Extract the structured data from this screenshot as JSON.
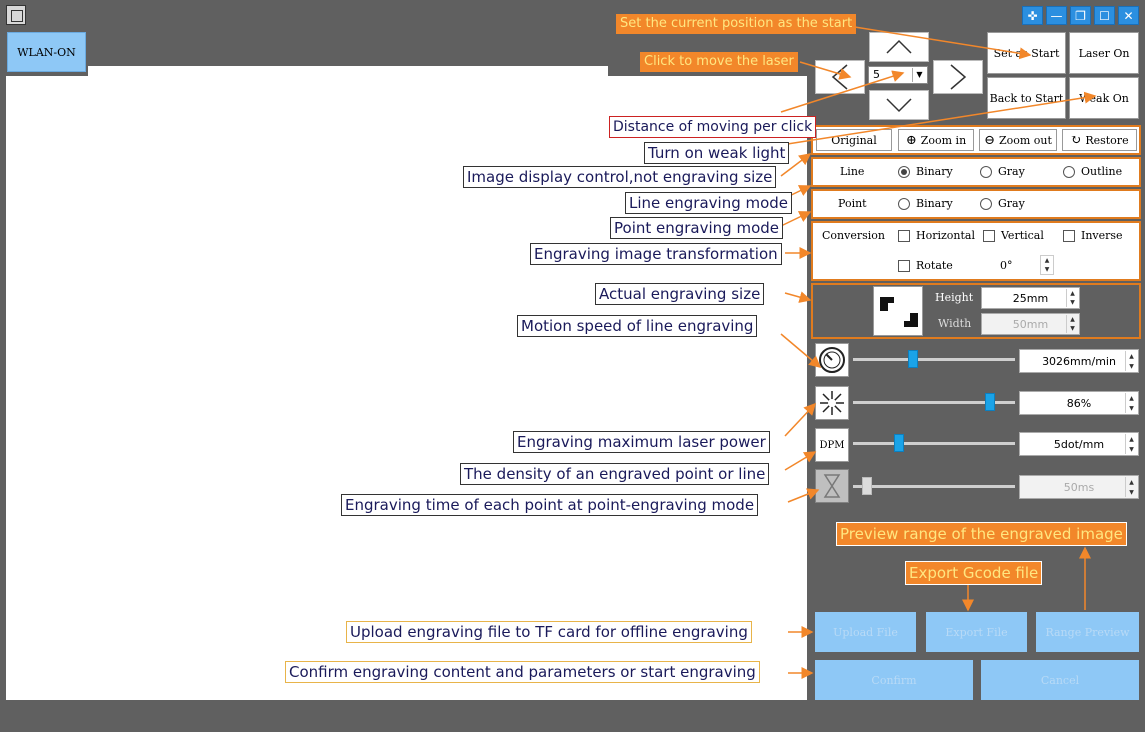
{
  "toolbar": {
    "wlan_label": "WLAN-ON"
  },
  "window_controls": [
    "✜",
    "—",
    "❐",
    "☐",
    "✕"
  ],
  "motion": {
    "step_value": "5",
    "set_start": "Set as Start",
    "laser_on": "Laser On",
    "back_to_start": "Back to Start",
    "weak_on": "Weak On"
  },
  "view": {
    "original": "Original",
    "zoom_in": "Zoom in",
    "zoom_out": "Zoom out",
    "restore": "Restore"
  },
  "line_mode": {
    "label": "Line",
    "binary": "Binary",
    "gray": "Gray",
    "outline": "Outline"
  },
  "point_mode": {
    "label": "Point",
    "binary": "Binary",
    "gray": "Gray"
  },
  "conversion": {
    "label": "Conversion",
    "horizontal": "Horizontal",
    "vertical": "Vertical",
    "inverse": "Inverse",
    "rotate": "Rotate",
    "rotate_value": "0°"
  },
  "size": {
    "height_label": "Height",
    "height_value": "25mm",
    "width_label": "Width",
    "width_value": "50mm"
  },
  "params": {
    "speed_value": "3026mm/min",
    "power_value": "86%",
    "dpm_label": "DPM",
    "dpm_value": "5dot/mm",
    "time_value": "50ms",
    "speed_level": 0.36,
    "power_level": 0.87,
    "dpm_level": 0.27,
    "time_level": 0.06
  },
  "actions": {
    "upload": "Upload File",
    "export": "Export File",
    "range_preview": "Range Preview",
    "confirm": "Confirm",
    "cancel": "Cancel"
  },
  "annotations": {
    "set_start": "Set the current position as the start",
    "move_laser": "Click to move the laser",
    "distance": "Distance of moving per click",
    "weak_light": "Turn on weak light",
    "display_control": "Image display control,not engraving size",
    "line_mode": "Line engraving mode",
    "point_mode": "Point engraving mode",
    "transform": "Engraving image transformation",
    "actual_size": "Actual engraving size",
    "motion_speed": "Motion speed of line engraving",
    "max_power": "Engraving maximum laser power",
    "density": "The density of an engraved point or line",
    "point_time": "Engraving time of each point at point-engraving mode",
    "preview_range": "Preview range of the engraved image",
    "export_gcode": "Export Gcode file",
    "upload_tf": "Upload engraving file to TF card for offline engraving",
    "confirm_start": "Confirm engraving content and parameters or start engraving"
  },
  "colors": {
    "accent": "#e07b1e",
    "thumb": "#1aa3e8",
    "button_blue": "#8ec8f6",
    "background": "#606060"
  }
}
